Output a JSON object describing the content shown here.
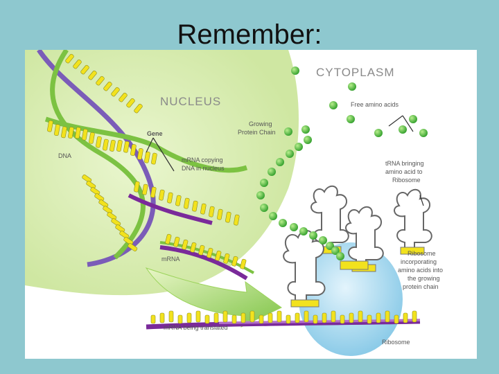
{
  "slide": {
    "title": "Remember:"
  },
  "diagram": {
    "region_labels": {
      "cytoplasm": "CYTOPLASM",
      "nucleus": "NUCLEUS"
    },
    "labels": {
      "free_amino_acids": "Free amino acids",
      "growing_chain_1": "Growing",
      "growing_chain_2": "Protein Chain",
      "gene": "Gene",
      "dna": "DNA",
      "mrna_copying_1": "mRNA copying",
      "mrna_copying_2": "DNA in nucleus",
      "trna_1": "tRNA bringing",
      "trna_2": "amino acid to",
      "trna_3": "Ribosome",
      "mrna": "mRNA",
      "ribosome_inc_1": "Ribosome",
      "ribosome_inc_2": "incorporating",
      "ribosome_inc_3": "amino acids into",
      "ribosome_inc_4": "the growing",
      "ribosome_inc_5": "protein chain",
      "mrna_translated": "mRNA being translated",
      "ribosome": "Ribosome"
    },
    "colors": {
      "nucleus": "#d6ecb2",
      "dna_green": "#7cc242",
      "dna_purple": "#7b5cb8",
      "bases_yellow": "#f2e21e",
      "amino_acid": "#4dbb3a",
      "ribosome": "#a9d8f0",
      "mrna_purple": "#7a2a9a",
      "arrow_green": "#9bd35a"
    }
  }
}
